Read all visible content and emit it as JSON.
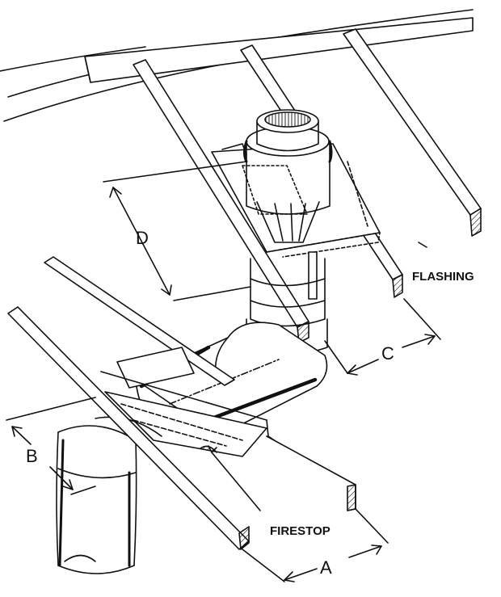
{
  "labels": {
    "flashing": "FLASHING",
    "firestop": "FIRESTOP"
  },
  "dimensions": {
    "a": "A",
    "b": "B",
    "c": "C",
    "d": "D"
  },
  "colors": {
    "ink": "#111111",
    "paper": "#ffffff",
    "shade": "#bfbfbf"
  }
}
